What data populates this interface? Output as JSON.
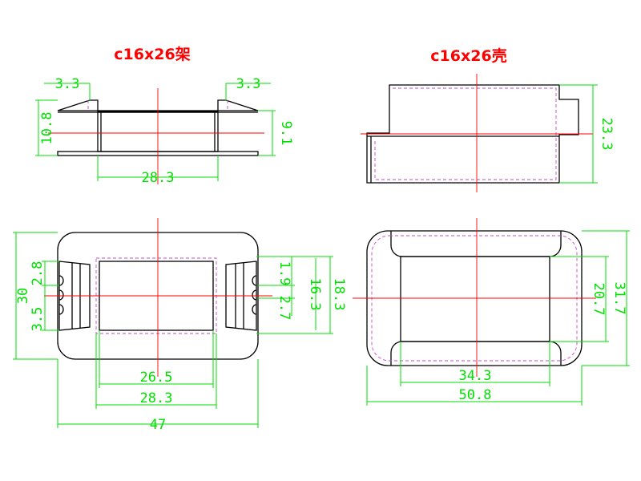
{
  "titles": {
    "bobbin": "c16x26架",
    "shell": "c16x26壳"
  },
  "bobbin_side": {
    "d_3_3_left": "3.3",
    "d_3_3_right": "3.3",
    "d_10_8": "10.8",
    "d_9_1": "9.1",
    "d_28_3": "28.3"
  },
  "shell_side": {
    "d_23_3": "23.3"
  },
  "bobbin_top": {
    "d_30": "30",
    "d_2_8": "2.8",
    "d_3_5": "3.5",
    "d_1_9": "1.9",
    "d_2_7": "2.7",
    "d_16_3": "16.3",
    "d_18_3": "18.3",
    "d_26_5": "26.5",
    "d_28_3": "28.3",
    "d_47": "47"
  },
  "shell_top": {
    "d_20_7": "20.7",
    "d_31_7": "31.7",
    "d_34_3": "34.3",
    "d_50_8": "50.8"
  },
  "colors": {
    "outline": "#000000",
    "dimension": "#00dd00",
    "centerline": "#ff0000",
    "hidden": "#cc44cc",
    "title": "#ff0000"
  }
}
